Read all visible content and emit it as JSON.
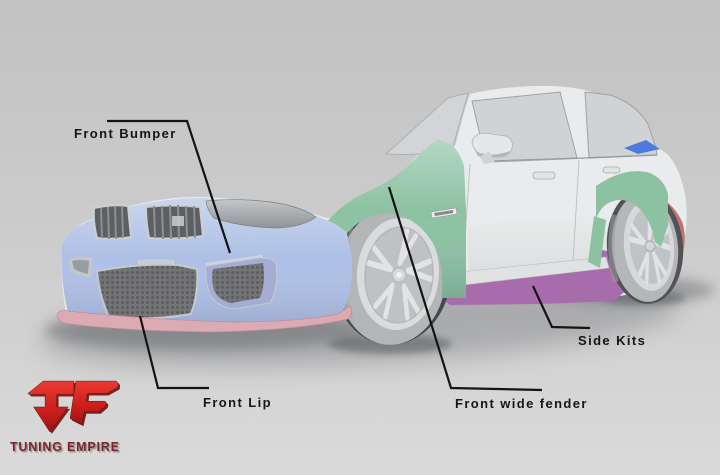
{
  "labels": {
    "front_bumper": "Front Bumper",
    "front_lip": "Front Lip",
    "front_wide_fender": "Front wide fender",
    "side_kits": "Side Kits"
  },
  "brand": {
    "name": "TUNING EMPIRE",
    "emblem_icon": "tf-monogram-icon",
    "emblem_color": "#c5201d",
    "name_color": "#77252c"
  },
  "part_colors": {
    "body": "#e9ebec",
    "front_bumper": "#aec0e6",
    "front_lip": "#dcaab3",
    "front_wide_fender": "#8cc2a2",
    "rear_fender": "#8cc2a2",
    "side_kits": "#a76cab",
    "rear_bumper": "#c0736f",
    "trunk_spoiler": "#4e7ade",
    "background": "#cccccc",
    "leader_line": "#141414"
  }
}
